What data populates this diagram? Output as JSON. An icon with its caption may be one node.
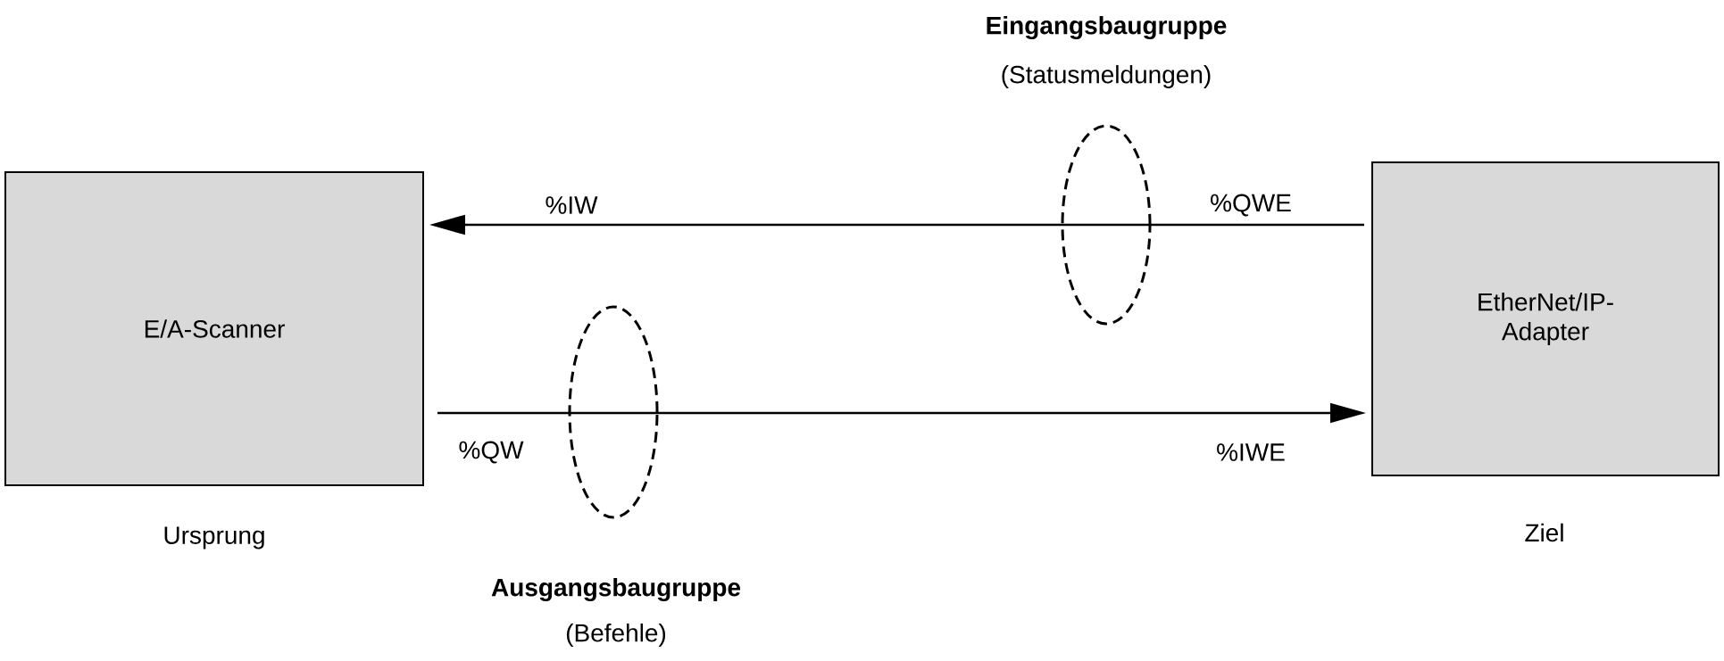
{
  "diagram": {
    "nodes": [
      {
        "text": [
          "E/A-Scanner"
        ],
        "beside": [
          "Ursprung"
        ]
      },
      {
        "text": [
          "EtherNet/IP-Adapter"
        ],
        "beside": [
          "Ziel"
        ]
      }
    ],
    "edges": [
      {
        "from": 1,
        "to": 0,
        "arrow": "to"
      },
      {
        "from": 0,
        "to": 1,
        "arrow": "to"
      }
    ],
    "labels": [
      "Eingangsbaugruppe",
      "(Statusmeldungen)",
      "%IW",
      "%QWE",
      "%QW",
      "%IWE",
      "Ausgangsbaugruppe",
      "(Befehle)"
    ]
  }
}
